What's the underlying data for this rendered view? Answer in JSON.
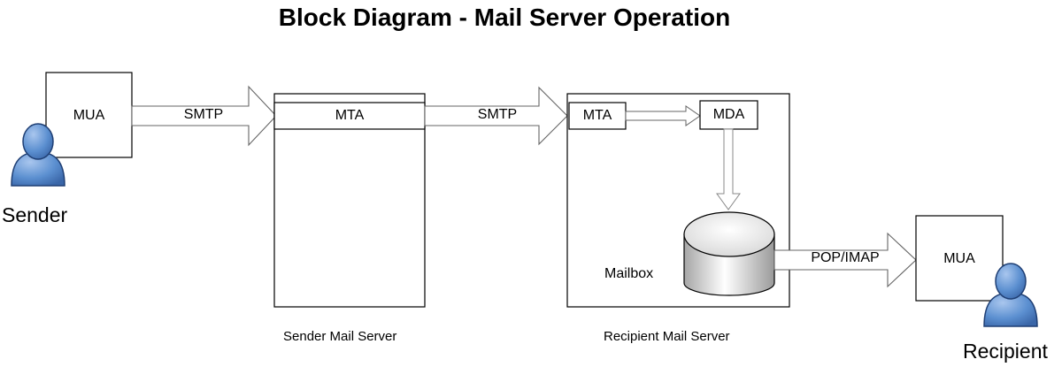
{
  "title": "Block Diagram - Mail Server Operation",
  "sender": {
    "label": "Sender",
    "mua_label": "MUA"
  },
  "sender_server": {
    "caption": "Sender Mail Server",
    "mta_label": "MTA"
  },
  "recipient_server": {
    "caption": "Recipient Mail Server",
    "mta_label": "MTA",
    "mda_label": "MDA",
    "mailbox_label": "Mailbox"
  },
  "recipient": {
    "label": "Recipient",
    "mua_label": "MUA"
  },
  "connections": {
    "sender_to_server": "SMTP",
    "server_to_server": "SMTP",
    "mailbox_to_recipient": "POP/IMAP"
  },
  "icons": {
    "sender": "person-icon",
    "recipient": "person-icon",
    "mailbox": "database-cylinder-icon"
  },
  "colors": {
    "person_fill": "#5b8fd0",
    "person_stroke": "#1f3f74",
    "arrow_fill": "#ffffff",
    "cylinder_highlight": "#ffffff",
    "cylinder_shadow": "#a6a6a6"
  }
}
